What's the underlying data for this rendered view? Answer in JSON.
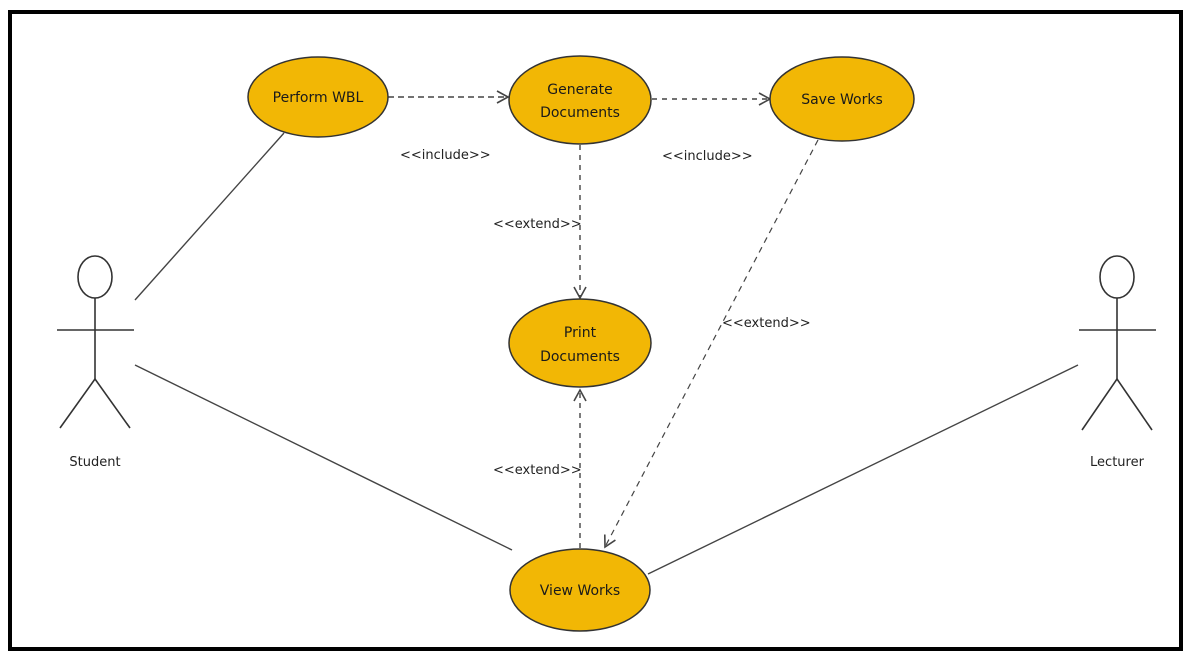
{
  "colors": {
    "usecase_fill": "#f2b705",
    "usecase_stroke": "#333333",
    "line": "#444444",
    "frame": "#000000"
  },
  "actors": {
    "student": {
      "name": "Student"
    },
    "lecturer": {
      "name": "Lecturer"
    }
  },
  "usecases": {
    "perform_wbl": {
      "lines": [
        "Perform WBL"
      ]
    },
    "generate_documents": {
      "lines": [
        "Generate",
        "Documents"
      ]
    },
    "save_works": {
      "lines": [
        "Save Works"
      ]
    },
    "print_documents": {
      "lines": [
        "Print",
        "Documents"
      ]
    },
    "view_works": {
      "lines": [
        "View Works"
      ]
    }
  },
  "relationships": {
    "include_1": "<<include>>",
    "include_2": "<<include>>",
    "extend_generate_print": "<<extend>>",
    "extend_save_view": "<<extend>>",
    "extend_view_print": "<<extend>>"
  }
}
